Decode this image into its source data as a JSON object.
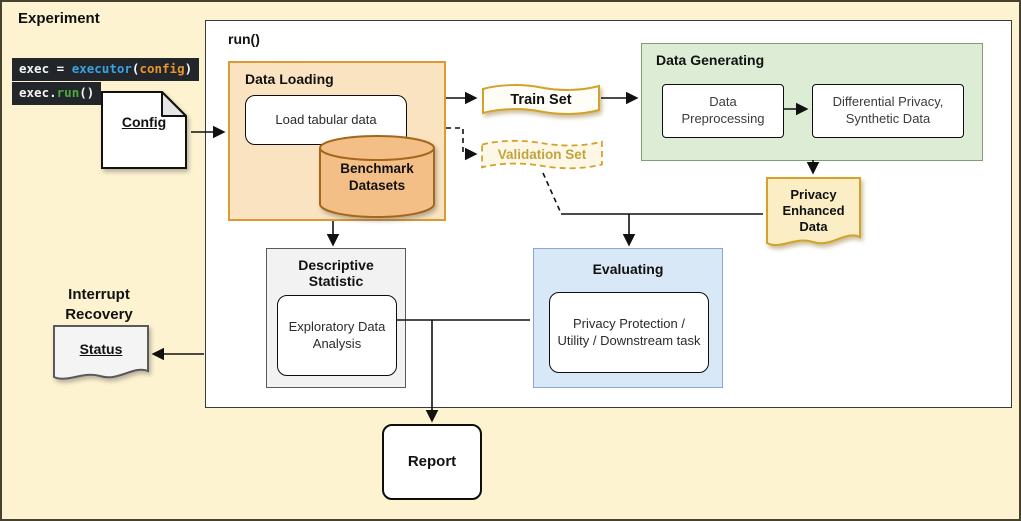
{
  "colors": {
    "canvas_bg": "#fdf3d1",
    "canvas_border": "#474130",
    "ink": "#111111",
    "code_bg": "#22262b",
    "code_plain": "#f5f5f5",
    "code_function": "#38a3e0",
    "code_argument": "#e8952f",
    "code_method": "#4fa83d",
    "loading_fill": "#fae3c0",
    "loading_border": "#dd9933",
    "cylinder_fill": "#f3bf86",
    "cylinder_border": "#a4661b",
    "generating_fill": "#ddecd4",
    "generating_border": "#7f9f72",
    "evaluating_fill": "#d9e8f7",
    "evaluating_border": "#8aa6d4",
    "stat_fill": "#f2f2f2",
    "stat_border": "#5a5a5a",
    "gold": "#d2a32c",
    "ribbon_fill": "#fffef6",
    "validation_fill": "#fdf8e6",
    "validation_text": "#c2a33e",
    "privacy_fill": "#fbeec5",
    "status_fill": "#f4f4f4"
  },
  "experiment": {
    "label": "Experiment"
  },
  "code": {
    "line1": {
      "variable": "exec",
      "operator": " = ",
      "function": "executor",
      "paren_open": "(",
      "argument": "config",
      "paren_close": ")"
    },
    "line2": {
      "variable": "exec",
      "dot": ".",
      "method": "run",
      "parens": "()"
    }
  },
  "config_doc": {
    "label": "Config"
  },
  "run_container": {
    "label": "run()"
  },
  "data_loading": {
    "title": "Data Loading",
    "load_node": "Load tabular data",
    "benchmark_node": "Benchmark Datasets"
  },
  "train_set": {
    "label": "Train Set"
  },
  "validation_set": {
    "label": "Validation Set"
  },
  "data_generating": {
    "title": "Data Generating",
    "preprocessing_node": "Data Preprocessing",
    "synthesis_node": "Differential Privacy, Synthetic Data"
  },
  "privacy_enhanced_data": {
    "label": "Privacy Enhanced Data"
  },
  "descriptive_statistic": {
    "title": "Descriptive Statistic",
    "eda_node": "Exploratory Data Analysis"
  },
  "evaluating": {
    "title": "Evaluating",
    "metrics_node": "Privacy Protection / Utility / Downstream task"
  },
  "report": {
    "label": "Report"
  },
  "interrupt_recovery": {
    "label": "Interrupt Recovery",
    "status": "Status"
  }
}
